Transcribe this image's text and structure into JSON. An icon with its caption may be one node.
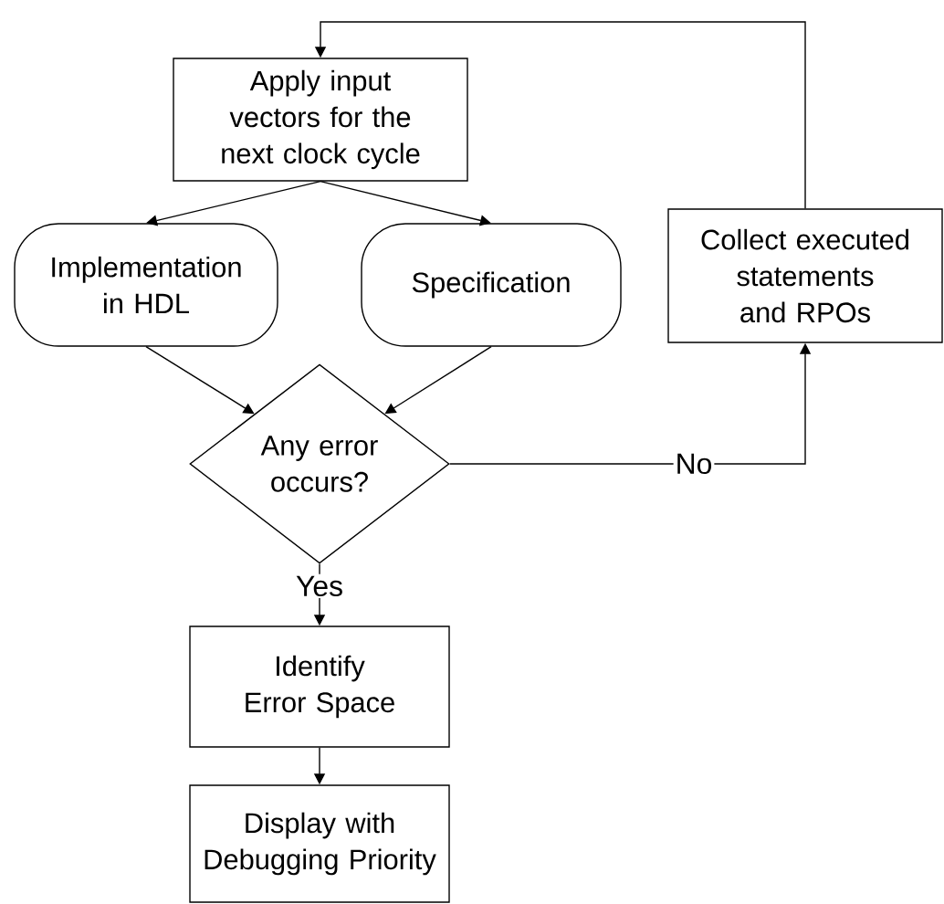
{
  "diagram": {
    "nodes": [
      {
        "text": [
          "Apply input vectors for the next clock cycle"
        ]
      },
      {
        "text": [
          "Implementation in HDL"
        ]
      },
      {
        "text": [
          "Specification"
        ]
      },
      {
        "text": [
          "Collect executed statements and RPOs"
        ]
      },
      {
        "text": [
          "Any error occurs?"
        ]
      },
      {
        "text": [
          "Identify Error Space"
        ]
      },
      {
        "text": [
          "Display with Debugging Priority"
        ]
      }
    ],
    "edges": [
      {
        "from": 0,
        "to": 1,
        "arrow": "to"
      },
      {
        "from": 0,
        "to": 2,
        "arrow": "to"
      },
      {
        "from": 1,
        "to": 4,
        "arrow": "to"
      },
      {
        "from": 2,
        "to": 4,
        "arrow": "to"
      },
      {
        "from": 4,
        "to": 3,
        "arrow": "to",
        "label": "No"
      },
      {
        "from": 3,
        "to": 0,
        "arrow": "to"
      },
      {
        "from": 4,
        "to": 5,
        "arrow": "to",
        "label": "Yes"
      },
      {
        "from": 5,
        "to": 6,
        "arrow": "to"
      }
    ]
  }
}
